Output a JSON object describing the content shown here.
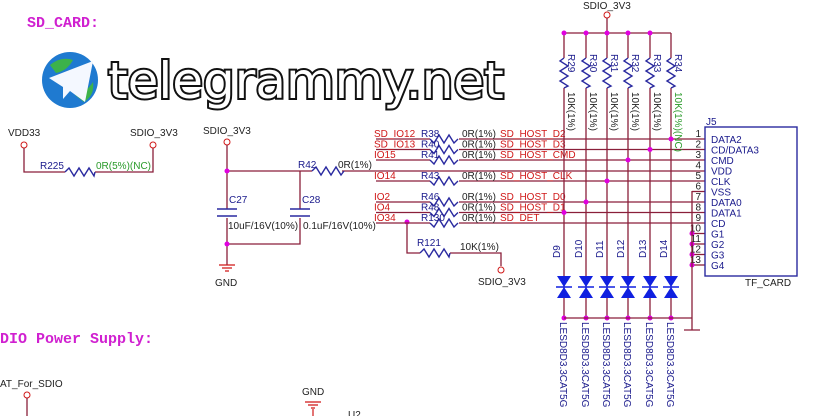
{
  "titles": {
    "sd_card": "SD_CARD:",
    "power": "DIO Power Supply:"
  },
  "power_nets": {
    "vdd33": "VDD33",
    "sdio_a": "SDIO_3V3",
    "sdio_b": "SDIO_3V3",
    "sdio_top": "SDIO_3V3",
    "sdio_r121": "SDIO_3V3",
    "gnd": "GND",
    "gnd2": "GND",
    "bat": "AT_For_SDIO",
    "u2": "U2"
  },
  "r225": {
    "ref": "R225",
    "value": "0R(5%)(NC)"
  },
  "r42": {
    "ref": "R42",
    "value": "0R(1%)"
  },
  "c27": {
    "ref": "C27",
    "value": "10uF/16V(10%)"
  },
  "c28": {
    "ref": "C28",
    "value": "0.1uF/16V(10%)"
  },
  "r121": {
    "ref": "R121",
    "value": "10K(1%)"
  },
  "series": [
    {
      "io": "SD_IO12",
      "ref": "R38",
      "value": "0R(1%)",
      "net": "SD_HOST_D2",
      "pin": 1
    },
    {
      "io": "SD_IO13",
      "ref": "R40",
      "value": "0R(1%)",
      "net": "SD_HOST_D3",
      "pin": 2
    },
    {
      "io": "IO15",
      "ref": "R41",
      "value": "0R(1%)",
      "net": "SD_HOST_CMD",
      "pin": 3
    },
    {
      "io": "IO14",
      "ref": "R43",
      "value": "0R(1%)",
      "net": "SD_HOST_CLK",
      "pin": 5
    },
    {
      "io": "IO2",
      "ref": "R46",
      "value": "0R(1%)",
      "net": "SD_HOST_D0",
      "pin": 7
    },
    {
      "io": "IO4",
      "ref": "R48",
      "value": "0R(1%)",
      "net": "SD_HOST_D1",
      "pin": 8
    },
    {
      "io": "IO34",
      "ref": "R130",
      "value": "0R(1%)",
      "net": "SD_DET",
      "pin": 9
    }
  ],
  "pullups": [
    {
      "ref": "R29",
      "value": "10K(1%)",
      "pin": 8,
      "nc": false
    },
    {
      "ref": "R30",
      "value": "10K(1%)",
      "pin": 7,
      "nc": false
    },
    {
      "ref": "R31",
      "value": "10K(1%)",
      "pin": 5,
      "nc": false
    },
    {
      "ref": "R32",
      "value": "10K(1%)",
      "pin": 3,
      "nc": false
    },
    {
      "ref": "R33",
      "value": "10K(1%)",
      "pin": 2,
      "nc": false
    },
    {
      "ref": "R34",
      "value": "10K(1%)(NC)",
      "pin": 1,
      "nc": true
    }
  ],
  "diodes": [
    {
      "ref": "D9",
      "part": "LESD8D3.3CAT5G"
    },
    {
      "ref": "D10",
      "part": "LESD8D3.3CAT5G"
    },
    {
      "ref": "D11",
      "part": "LESD8D3.3CAT5G"
    },
    {
      "ref": "D12",
      "part": "LESD8D3.3CAT5G"
    },
    {
      "ref": "D13",
      "part": "LESD8D3.3CAT5G"
    },
    {
      "ref": "D14",
      "part": "LESD8D3.3CAT5G"
    }
  ],
  "connector": {
    "ref": "J5",
    "part": "TF_CARD",
    "pins": [
      {
        "n": "1",
        "name": "DATA2"
      },
      {
        "n": "2",
        "name": "CD/DATA3"
      },
      {
        "n": "3",
        "name": "CMD"
      },
      {
        "n": "4",
        "name": "VDD"
      },
      {
        "n": "5",
        "name": "CLK"
      },
      {
        "n": "6",
        "name": "VSS"
      },
      {
        "n": "7",
        "name": "DATA0"
      },
      {
        "n": "8",
        "name": "DATA1"
      },
      {
        "n": "9",
        "name": "CD"
      },
      {
        "n": "10",
        "name": "G1"
      },
      {
        "n": "11",
        "name": "G2"
      },
      {
        "n": "12",
        "name": "G3"
      },
      {
        "n": "13",
        "name": "G4"
      }
    ]
  },
  "watermark": {
    "text": "telegrammy.net",
    "logo": "telegram-globe-logo"
  },
  "colors": {
    "wire": "#8a1f3a",
    "resistor": "#2a2aa0",
    "junction": "#e000e0",
    "title": "#d020d0",
    "diode": "#1020e0"
  }
}
